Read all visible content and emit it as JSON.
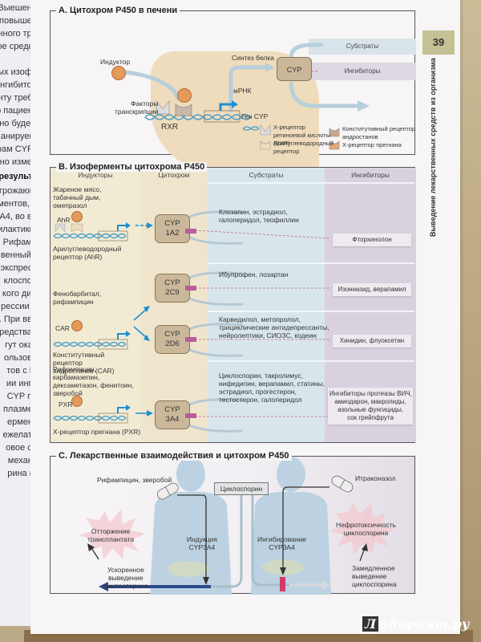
{
  "page": {
    "number": "39",
    "side_title": "Выведение лекарственных средств из организма",
    "watermark": {
      "logo_letter": "Л",
      "text": "абиринт.ру"
    }
  },
  "left_page": {
    "lines_top": [
      "Выешение",
      "ь повышени",
      "ванного тран",
      "ное средств",
      "",
      "ных изофер",
      "ингибитора",
      "енту требуе",
      "но пациента",
      "ьно будет н",
      "ланируемы",
      "рам CYP, п",
      "но измени"
    ],
    "lines_bottom_bold": "результат",
    "lines_bottom": [
      "угрожающи",
      "ментов, пр",
      "3А4, во вре",
      "илактики о",
      ". Рифампи",
      "венный (д",
      "экспресси",
      "клоспори",
      "кого диал",
      "рессии ри",
      ". При введ",
      "редства, я",
      "гут оказа",
      "ользован",
      "тов с ВИ",
      "ии ингиб",
      "CYP пов",
      "плазме, к",
      "ерменто",
      "ежелател",
      "овое сре",
      "механиз",
      "рина (C)"
    ]
  },
  "section_a": {
    "title": "A. Цитохром P450 в печени",
    "inducer": "Индуктор",
    "transcription_factors": "Факторы\nтранскрипции",
    "rxr": "RXR",
    "protein_synthesis": "Синтез белка",
    "mrna": "мРНК",
    "cyp": "CYP",
    "gene_cyp": "Ген CYP",
    "substrates": "Субстраты",
    "inhibitors": "Ингибиторы",
    "legend": [
      {
        "label": "X-рецептор ретиноевой кислоты (RXR)",
        "color": "#dcdce0"
      },
      {
        "label": "Конститутивный рецептор андростанов",
        "color": "#c9a78a"
      },
      {
        "label": "Арилуглеводородный рецептор",
        "color": "#efdcbc"
      },
      {
        "label": "X-рецептор прегнана",
        "color": "#e4a978"
      }
    ]
  },
  "section_b": {
    "title": "B. Изоферменты цитохрома P450",
    "headers": {
      "inducers": "Индукторы",
      "cytochrome": "Цитохром",
      "substrates": "Субстраты",
      "inhibitors": "Ингибиторы"
    },
    "rows": [
      {
        "inducers": "Жареное мясо,\nтабачный дым,\nомепразол",
        "receptor_short": "AhR",
        "receptor_name": "Арилуглеводородный\nрецептор (AhR)",
        "cyp": "CYP\n1A2",
        "substrates": "Клозапин, эстрадиол,\nгалоперидол, теофиллин",
        "inhibitors": "Фторхинолон"
      },
      {
        "inducers": "Фенобарбитал,\nрифампицин",
        "receptor_short": "CAR",
        "receptor_name": "Конститутивный\nрецептор\nандростанов (CAR)",
        "cyp": "CYP\n2C9",
        "substrates": "Ибупрофен, лозартан",
        "inhibitors": "Изониазид, верапамил"
      },
      {
        "inducers": "",
        "receptor_short": "",
        "receptor_name": "",
        "cyp": "CYP\n2D6",
        "substrates": "Карведилол, метопролол,\nтрициклические антидепрессанты,\nнейролептики, СИОЗС, кодеин",
        "inhibitors": "Хинидин, флуоксетин"
      },
      {
        "inducers": "Рифампицин,\nкарбамазепин,\nдексаметазон, фенитоин,\nзверобой",
        "receptor_short": "PXR",
        "receptor_name": "X-рецептор прегнана (PXR)",
        "cyp": "CYP\n3A4",
        "substrates": "Циклоспорин, такролимус,\nнифедипин, верапамил, статины,\nэстрадиол, прогестерон,\nтестостерон, галоперидол",
        "inhibitors": "Ингибиторы протеазы ВИЧ,\nамиодарон, макролиды,\nазольные фунгициды,\nсок грейпфрута"
      }
    ]
  },
  "section_c": {
    "title": "C. Лекарственные взаимодействия и цитохром P450",
    "inducer_drugs": "Рифампицин, зверобой",
    "cyclosporine": "Циклоспорин",
    "inhibitor_drug": "Итраконазол",
    "rejection": "Отторжение\nтрансплантата",
    "induction": "Индукция\nCYP3A4",
    "inhibition": "Ингибирование\nCYP3A4",
    "nephrotoxicity": "Нефротоксичность\nциклоспорина",
    "accelerated": "Ускоренное\nвыведение\nциклоспорина",
    "slowed": "Замедленное\nвыведение\nциклоспорина"
  }
}
